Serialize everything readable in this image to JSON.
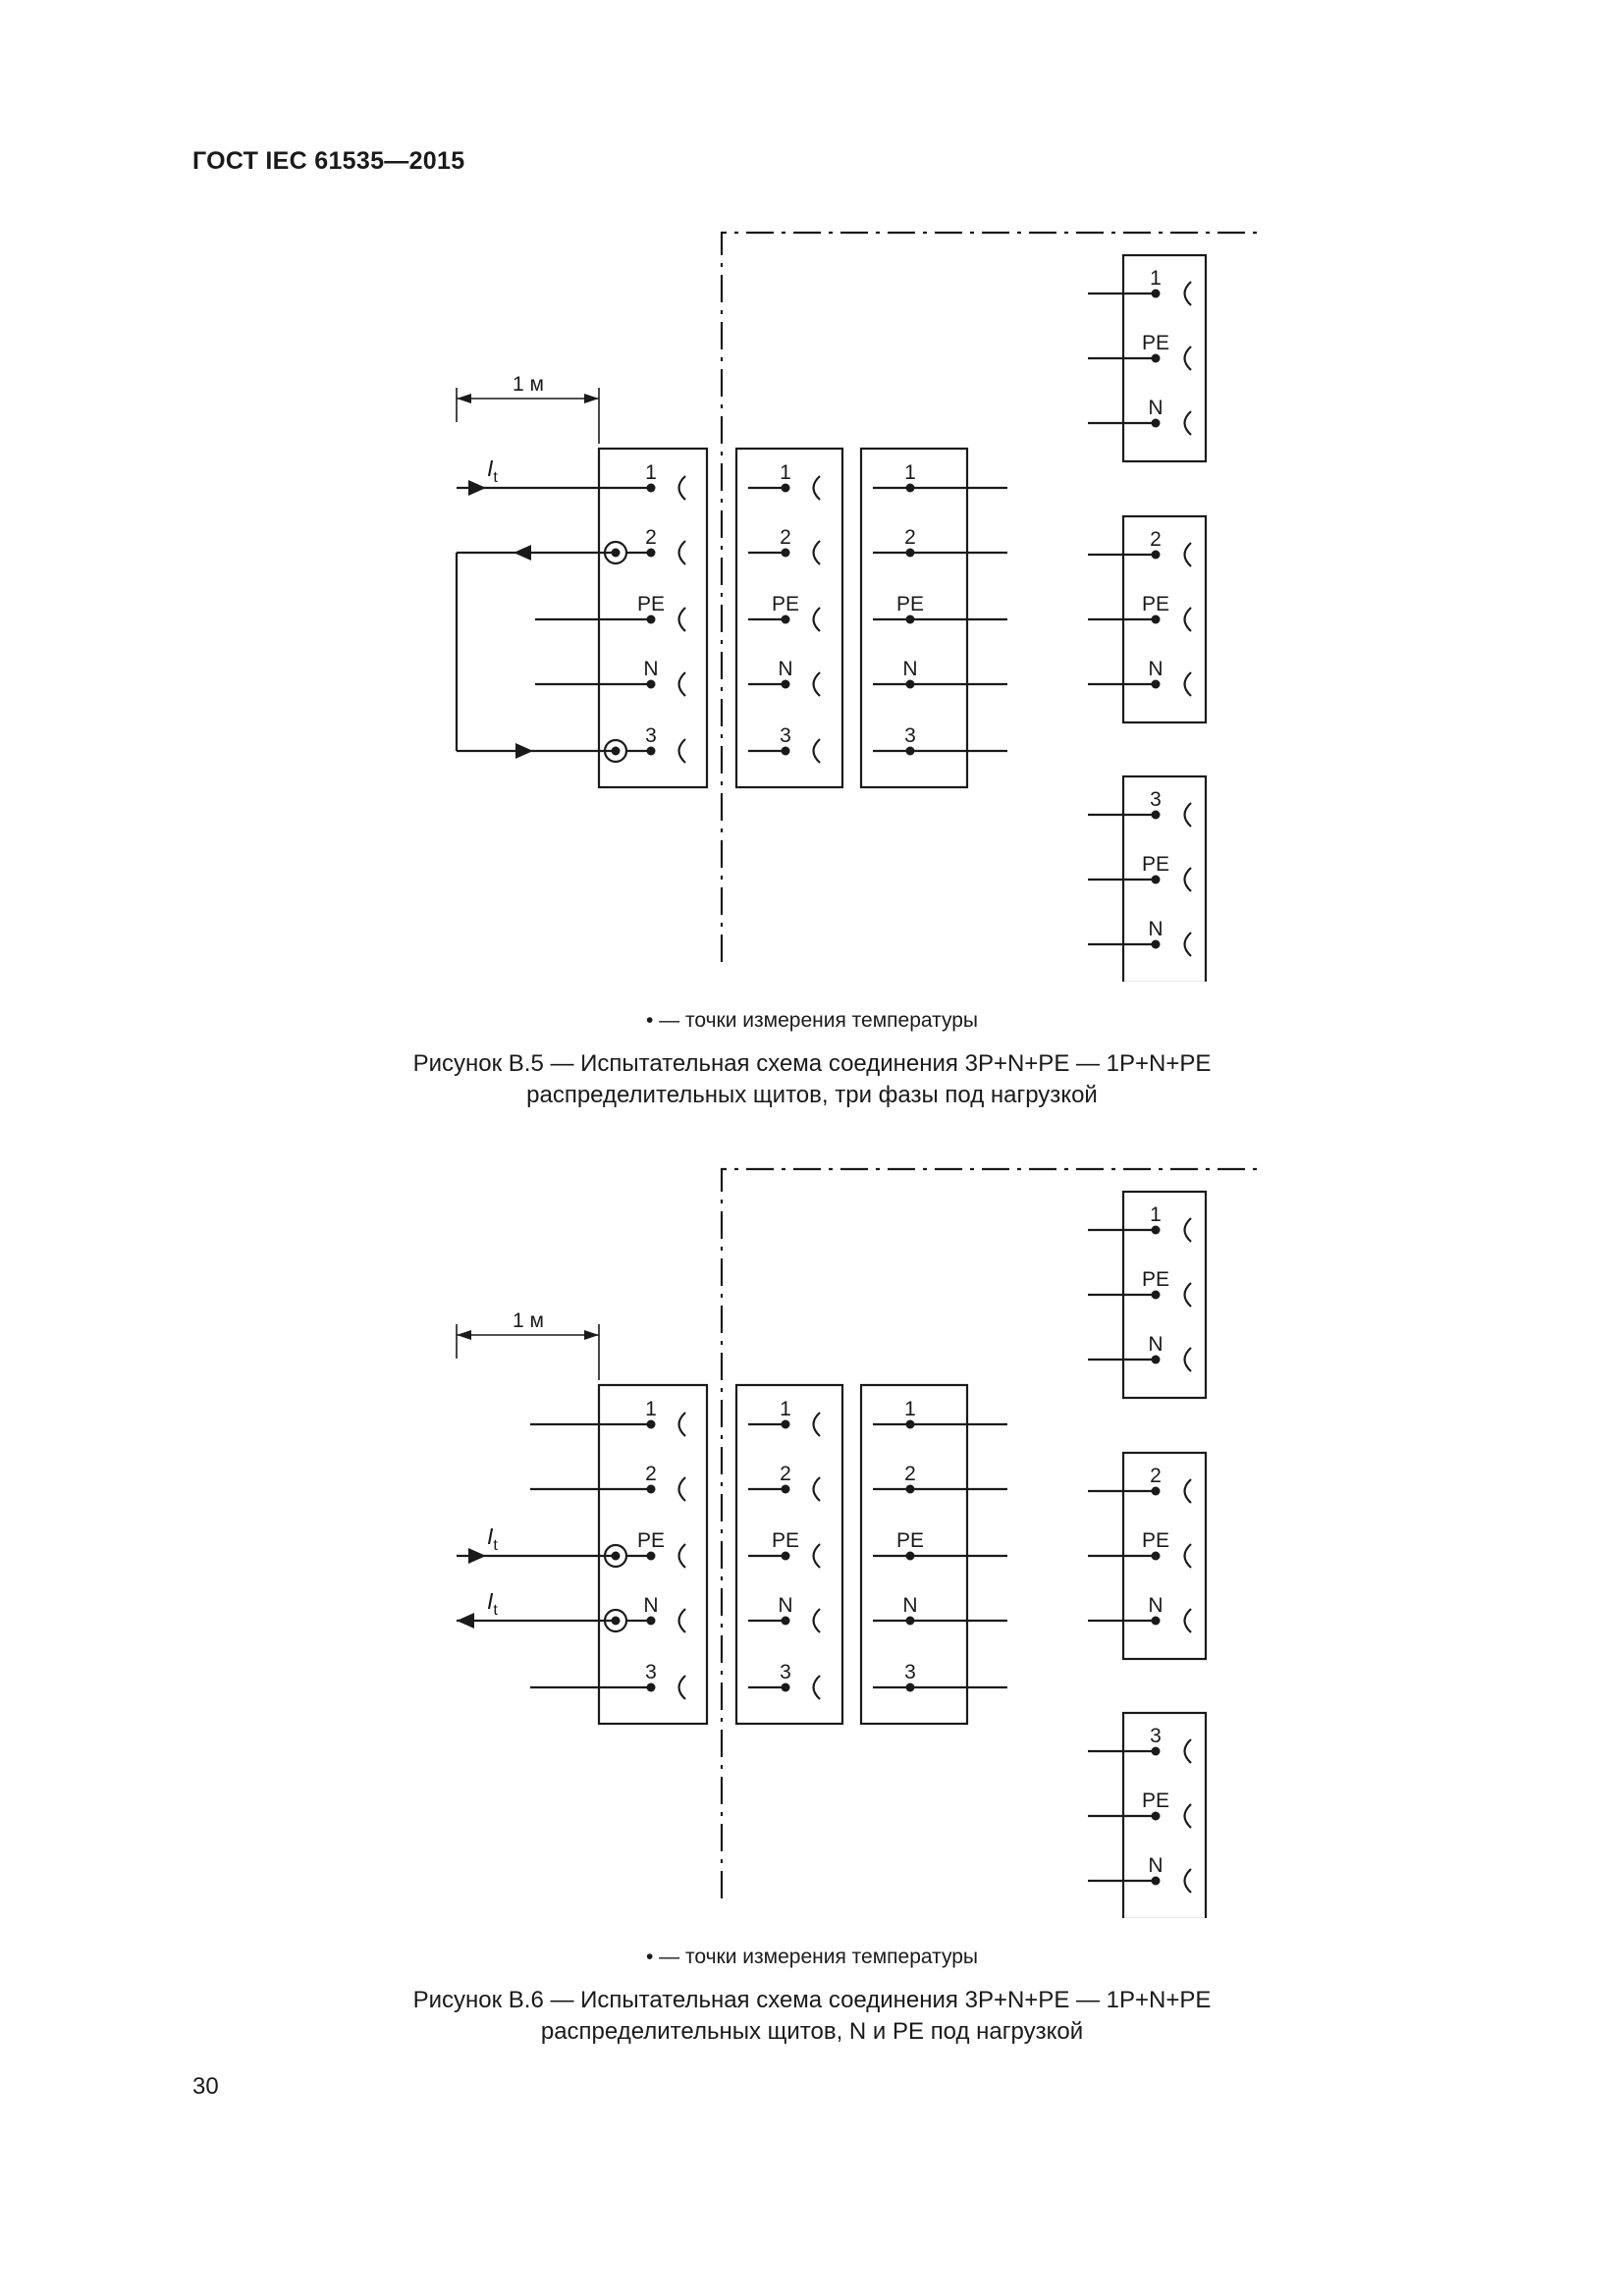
{
  "header": "ГОСТ IEC 61535—2015",
  "page_number": "30",
  "common": {
    "terminals": [
      "1",
      "2",
      "PE",
      "N",
      "3"
    ],
    "dimension": "1 м",
    "current_main": "I",
    "current_sub": "t",
    "legend": "• — точки измерения температуры"
  },
  "figures": [
    {
      "caption_line1": "Рисунок В.5 — Испытательная схема соединения 3P+N+PE — 1P+N+PE",
      "caption_line2": "распределительных щитов, три фазы под нагрузкой",
      "group_terminals": [
        [
          "1",
          "PE",
          "N"
        ],
        [
          "2",
          "PE",
          "N"
        ],
        [
          "3",
          "PE",
          "N"
        ]
      ]
    },
    {
      "caption_line1": "Рисунок В.6 — Испытательная схема соединения 3P+N+PE — 1P+N+PE",
      "caption_line2": "распределительных щитов, N и PE под нагрузкой",
      "group_terminals": [
        [
          "1",
          "PE",
          "N"
        ],
        [
          "2",
          "PE",
          "N"
        ],
        [
          "3",
          "PE",
          "N"
        ]
      ]
    }
  ]
}
